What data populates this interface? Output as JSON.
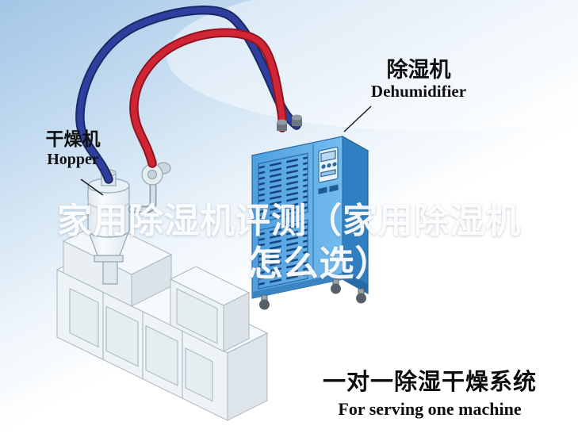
{
  "labels": {
    "hopper": {
      "zh": "干燥机",
      "en": "Hopper"
    },
    "dehumidifier": {
      "zh": "除湿机",
      "en": "Dehumidifier"
    }
  },
  "watermark": {
    "line1": "家用除湿机评测（家用除湿机",
    "line2": "怎么选）"
  },
  "caption": {
    "zh": "一对一除湿干燥系统",
    "en": "For serving one machine"
  },
  "colors": {
    "pipe_red": "#cf2535",
    "pipe_red_dark": "#8f1420",
    "pipe_blue": "#2e3f9e",
    "pipe_blue_dark": "#1a2a66",
    "dehumidifier_front": "#54a6e4",
    "dehumidifier_side": "#2f7fc2",
    "dehumidifier_top": "#a6d4f2",
    "background_sky": "#a3c6e6"
  }
}
